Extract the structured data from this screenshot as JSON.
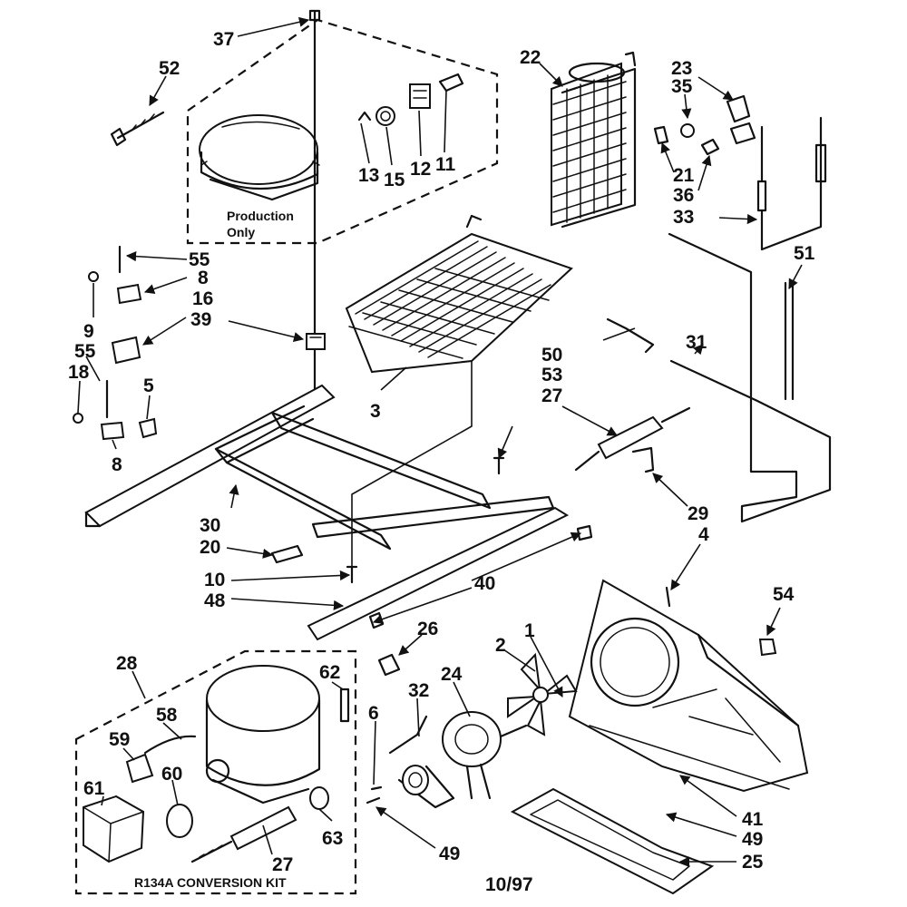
{
  "diagram": {
    "callouts": {
      "p1": "1",
      "p2": "2",
      "p3": "3",
      "p4": "4",
      "p5": "5",
      "p6": "6",
      "p8a": "8",
      "p8b": "8",
      "p9": "9",
      "p10": "10",
      "p11": "11",
      "p12": "12",
      "p13": "13",
      "p15": "15",
      "p16": "16",
      "p18": "18",
      "p20": "20",
      "p21": "21",
      "p22": "22",
      "p23": "23",
      "p24": "24",
      "p25": "25",
      "p26": "26",
      "p27a": "27",
      "p27b": "27",
      "p28": "28",
      "p29": "29",
      "p30": "30",
      "p31": "31",
      "p32": "32",
      "p33": "33",
      "p35": "35",
      "p36": "36",
      "p37": "37",
      "p39": "39",
      "p40": "40",
      "p41": "41",
      "p48": "48",
      "p49a": "49",
      "p49b": "49",
      "p50": "50",
      "p51": "51",
      "p52": "52",
      "p53": "53",
      "p54": "54",
      "p55a": "55",
      "p55b": "55",
      "p58": "58",
      "p59": "59",
      "p60": "60",
      "p61": "61",
      "p62": "62",
      "p63": "63"
    },
    "production_note_line1": "Production",
    "production_note_line2": "Only",
    "kit_label": "R134A CONVERSION KIT",
    "date_code": "10/97"
  }
}
